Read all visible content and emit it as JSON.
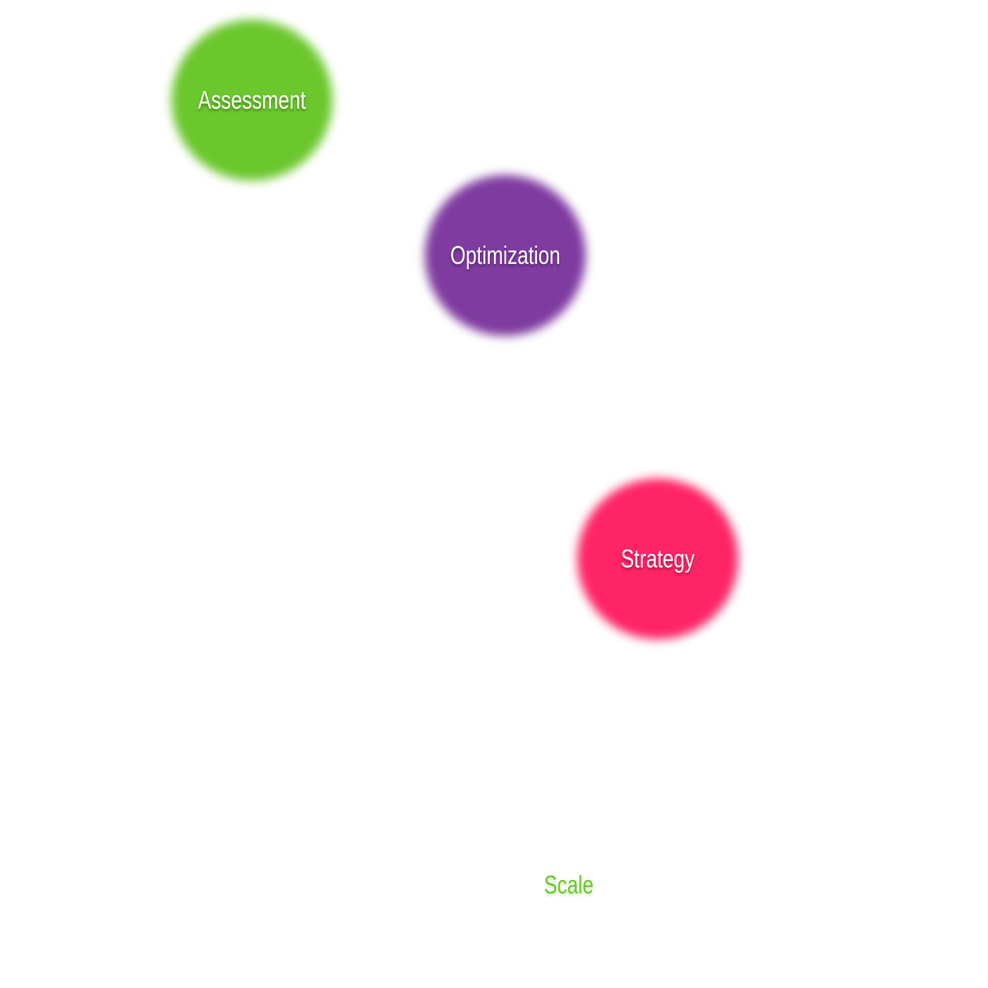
{
  "diagram": {
    "nodes": [
      {
        "label": "Assessment",
        "fill": "#6bc72c",
        "text_color": "#ffffff"
      },
      {
        "label": "Optimization",
        "fill": "#7f3ba0",
        "text_color": "#ffffff"
      },
      {
        "label": "Strategy",
        "fill": "#ff2466",
        "text_color": "#ffffff"
      },
      {
        "label": "Scale",
        "fill": "#ffffff",
        "text_color": "#6bc72c"
      }
    ],
    "background": "#ffffff"
  }
}
